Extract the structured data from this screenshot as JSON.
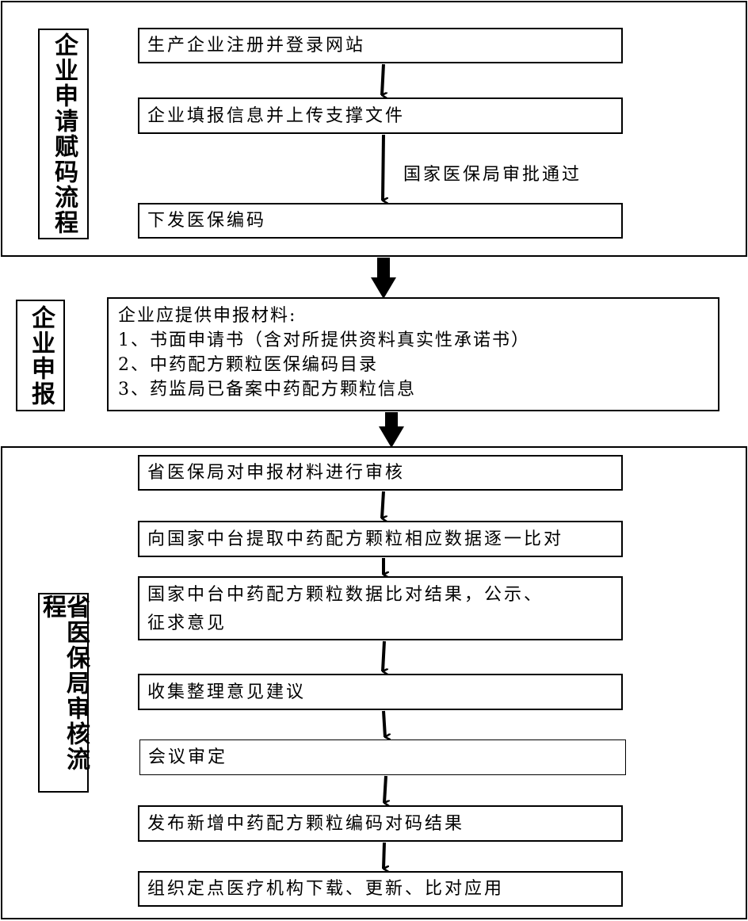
{
  "sections": {
    "apply": {
      "label": "企业申请赋码流程"
    },
    "declare": {
      "label": "企业申报"
    },
    "review": {
      "label": "省医保局审核流程"
    }
  },
  "apply_steps": [
    "生产企业注册并登录网站",
    "企业填报信息并上传支撑文件",
    "下发医保编码"
  ],
  "approval_note": "国家医保局审批通过",
  "materials": {
    "heading": "企业应提供申报材料:",
    "items": [
      "1、书面申请书（含对所提供资料真实性承诺书）",
      "2、中药配方颗粒医保编码目录",
      "3、药监局已备案中药配方颗粒信息"
    ]
  },
  "review_steps": [
    "省医保局对申报材料进行审核",
    "向国家中台提取中药配方颗粒相应数据逐一比对",
    [
      "国家中台中药配方颗粒数据比对结果，公示、",
      "征求意见"
    ],
    "收集整理意见建议",
    "会议审定",
    "发布新增中药配方颗粒编码对码结果",
    "组织定点医疗机构下载、更新、比对应用"
  ]
}
